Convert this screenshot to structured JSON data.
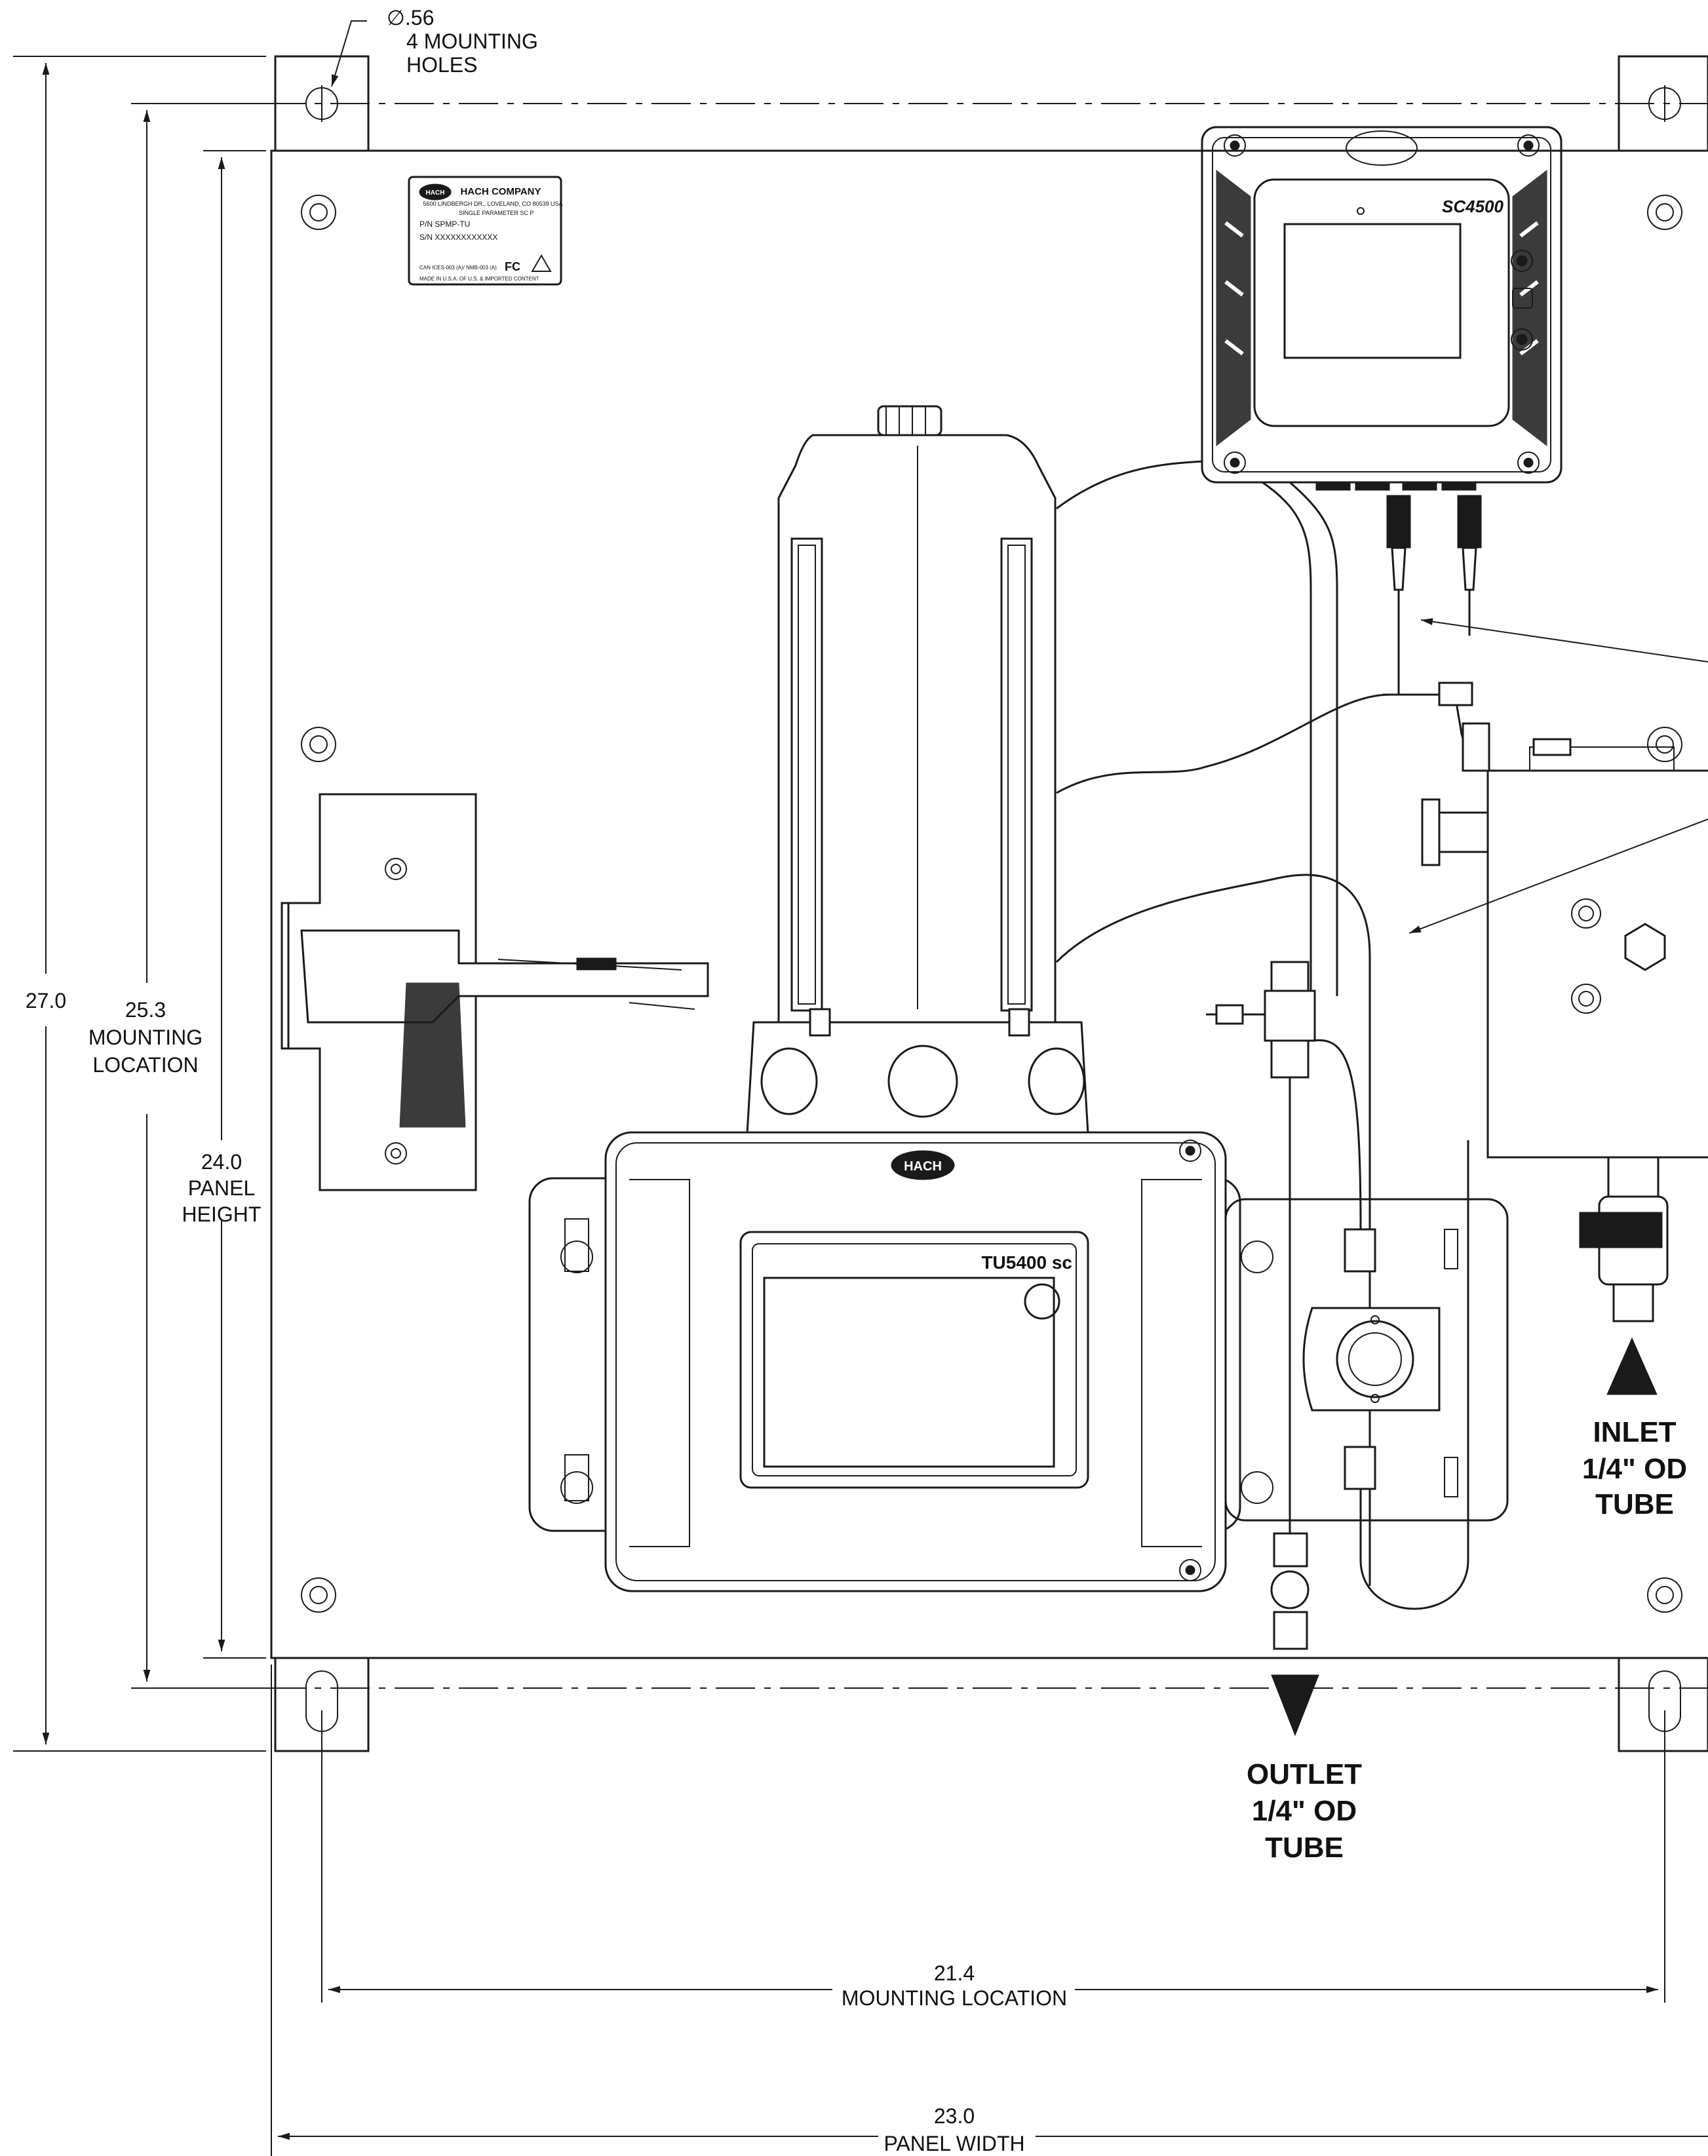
{
  "dimensions": {
    "hole": {
      "diameter": "∅.56",
      "line1": "4 MOUNTING",
      "line2": "HOLES"
    },
    "overall_height": "27.0",
    "mounting_height": {
      "value": "25.3",
      "line1": "MOUNTING",
      "line2": "LOCATION"
    },
    "panel_height": {
      "value": "24.0",
      "line1": "PANEL",
      "line2": "HEIGHT"
    },
    "mounting_width": {
      "value": "21.4",
      "label": "MOUNTING LOCATION"
    },
    "panel_width": {
      "value": "23.0",
      "label": "PANEL WIDTH"
    }
  },
  "nameplate": {
    "brand": "HACH",
    "company": "HACH COMPANY",
    "address": "5600 LINDBERGH DR., LOVELAND, CO 80539 USA",
    "model": "SINGLE PARAMETER SC P",
    "pn": "P/N  SPMP-TU",
    "sn": "S/N  XXXXXXXXXXXX",
    "cert": "CAN ICES-003 (A)/ NMB-003 (A)",
    "origin": "MADE IN U.S.A. OF U.S. & IMPORTED CONTENT"
  },
  "controller": {
    "label": "SC4500"
  },
  "analyzer": {
    "label": "TU5400 sc",
    "brand": "HACH"
  },
  "inlet": {
    "line1": "INLET",
    "line2": "1/4\" OD",
    "line3": "TUBE"
  },
  "outlet": {
    "line1": "OUTLET",
    "line2": "1/4\" OD",
    "line3": "TUBE"
  }
}
